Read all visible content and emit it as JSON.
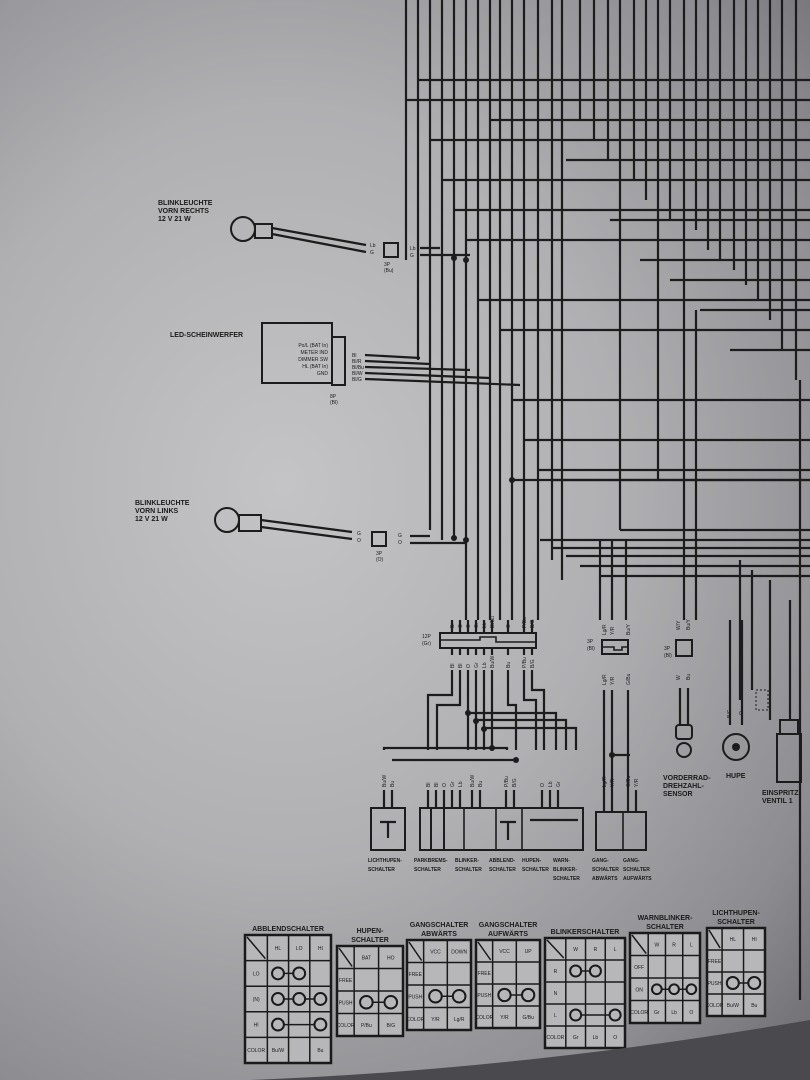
{
  "components": {
    "blink_right": {
      "lines": [
        "BLINKLEUCHTE",
        "VORN RECHTS",
        "12 V 21 W"
      ],
      "wires": [
        "Lb",
        "G"
      ],
      "connector": "3P",
      "connector_color": "(Bu)"
    },
    "headlight": {
      "title": "LED-SCHEINWERFER",
      "pins": [
        "Po/L (BAT In)",
        "METER IND",
        "DIMMER SW",
        "HL (BAT In)",
        "GND"
      ],
      "wires": [
        "Bl",
        "Bl/R",
        "Bl/Bu",
        "Bl/W",
        "Bl/G"
      ],
      "connector": "8P",
      "connector_color": "(Bl)"
    },
    "blink_left": {
      "lines": [
        "BLINKLEUCHTE",
        "VORN LINKS",
        "12 V 21 W"
      ],
      "wires": [
        "G",
        "O"
      ],
      "connector": "3P",
      "connector_color": "(O)"
    },
    "connector_12p": {
      "name": "12P",
      "color": "(Gr)",
      "top_wires": [
        "Br",
        "O",
        "O",
        "Gr",
        "Lb",
        "Bl/Bu",
        "O",
        "P/Bu",
        "B/G"
      ],
      "bottom_wires": [
        "Bl",
        "Bl",
        "O",
        "Gr",
        "Lb",
        "Bu/W",
        "Bu",
        "P/Bu",
        "B/G"
      ]
    },
    "connector_3p_bl": {
      "name": "3P",
      "color": "(Bl)",
      "top_wires": [
        "Lg/R",
        "Y/R",
        "Bu/Y"
      ],
      "bottom_wires": [
        "Lg/R",
        "Y/R",
        "G/Bu"
      ]
    },
    "connector_3p_sensor": {
      "name": "3P",
      "color": "(Bl)",
      "top_wires": [
        "W/Y",
        "Bu/Y"
      ],
      "bottom_wires": [
        "W",
        "Bu"
      ]
    },
    "sensor": {
      "lines": [
        "VORDERRAD-",
        "DREHZAHL-",
        "SENSOR"
      ]
    },
    "horn": {
      "lines": [
        "HUPE"
      ],
      "wires": [
        "B/G",
        "O"
      ]
    },
    "injector": {
      "lines": [
        "EINSPRITZ-",
        "VENTIL 1"
      ]
    },
    "switch_wires": [
      "Bu/W",
      "Bu",
      "Bl",
      "Bl",
      "O",
      "Gr",
      "Lb",
      "Bu/W",
      "Bu",
      "P/Bu",
      "B/G",
      "O",
      "Lb",
      "Gr",
      "Lg/R",
      "Y/R",
      "G/Bu",
      "Y/R"
    ],
    "switch_labels": [
      [
        "LICHTHUPEN-",
        "SCHALTER"
      ],
      [
        "PARKBREMS-",
        "SCHALTER"
      ],
      [
        "BLINKER-",
        "SCHALTER"
      ],
      [
        "ABBLEND-",
        "SCHALTER"
      ],
      [
        "HUPEN-",
        "SCHALTER"
      ],
      [
        "WARN-",
        "BLINKER-",
        "SCHALTER"
      ],
      [
        "GANG-",
        "SCHALTER",
        "ABWÄRTS"
      ],
      [
        "GANG-",
        "SCHALTER",
        "AUFWÄRTS"
      ]
    ]
  },
  "tables": [
    {
      "title": [
        "ABBLENDSCHALTER"
      ],
      "cols": [
        "HL",
        "LO",
        "HI"
      ],
      "rows": [
        {
          "label": "LO",
          "conn": [
            0,
            1
          ]
        },
        {
          "label": "(N)",
          "conn": [
            0,
            1,
            2
          ]
        },
        {
          "label": "HI",
          "conn": [
            0,
            2
          ]
        }
      ],
      "colors": [
        "Bu/W",
        "",
        "Bu"
      ]
    },
    {
      "title": [
        "HUPEN-",
        "SCHALTER"
      ],
      "cols": [
        "BAT",
        "HO"
      ],
      "rows": [
        {
          "label": "FREE",
          "conn": []
        },
        {
          "label": "PUSH",
          "conn": [
            0,
            1
          ]
        }
      ],
      "colors": [
        "P/Bu",
        "B/G"
      ]
    },
    {
      "title": [
        "GANGSCHALTER",
        "ABWÄRTS"
      ],
      "cols": [
        "VCC",
        "DOWN"
      ],
      "rows": [
        {
          "label": "FREE",
          "conn": []
        },
        {
          "label": "PUSH",
          "conn": [
            0,
            1
          ]
        }
      ],
      "colors": [
        "Y/R",
        "Lg/R"
      ]
    },
    {
      "title": [
        "GANGSCHALTER",
        "AUFWÄRTS"
      ],
      "cols": [
        "VCC",
        "UP"
      ],
      "rows": [
        {
          "label": "FREE",
          "conn": []
        },
        {
          "label": "PUSH",
          "conn": [
            0,
            1
          ]
        }
      ],
      "colors": [
        "Y/R",
        "G/Bu"
      ]
    },
    {
      "title": [
        "BLINKERSCHALTER"
      ],
      "cols": [
        "W",
        "R",
        "L"
      ],
      "rows": [
        {
          "label": "R",
          "conn": [
            0,
            1
          ]
        },
        {
          "label": "N",
          "conn": []
        },
        {
          "label": "L",
          "conn": [
            0,
            2
          ]
        }
      ],
      "colors": [
        "Gr",
        "Lb",
        "O"
      ]
    },
    {
      "title": [
        "WARNBLINKER-",
        "SCHALTER"
      ],
      "cols": [
        "W",
        "R",
        "L"
      ],
      "rows": [
        {
          "label": "OFF",
          "conn": []
        },
        {
          "label": "ON",
          "conn": [
            0,
            1,
            2
          ]
        }
      ],
      "colors": [
        "Gr",
        "Lb",
        "O"
      ]
    },
    {
      "title": [
        "LICHTHUPEN-",
        "SCHALTER"
      ],
      "cols": [
        "HL",
        "HI"
      ],
      "rows": [
        {
          "label": "FREE",
          "conn": []
        },
        {
          "label": "PUSH",
          "conn": [
            0,
            1
          ]
        }
      ],
      "colors": [
        "Bu/W",
        "Bu"
      ]
    }
  ],
  "color_label": "COLOR"
}
